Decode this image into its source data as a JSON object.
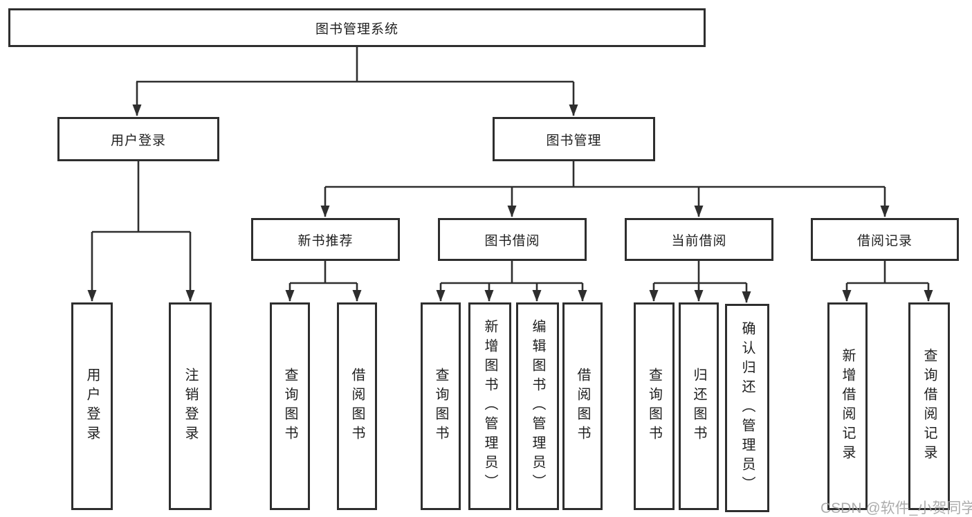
{
  "diagram": {
    "watermark": "CSDN @软件_小贺同学",
    "colors": {
      "line": "#2e2e2e",
      "text": "#1f1f1f",
      "background": "#ffffff",
      "watermark": "#9e9e9e"
    },
    "root": {
      "label": "图书管理系统",
      "children": [
        {
          "label": "用户登录",
          "children": [
            {
              "label": "用户登录"
            },
            {
              "label": "注销登录"
            }
          ]
        },
        {
          "label": "图书管理",
          "children": [
            {
              "label": "新书推荐",
              "children": [
                {
                  "label": "查询图书"
                },
                {
                  "label": "借阅图书"
                }
              ]
            },
            {
              "label": "图书借阅",
              "children": [
                {
                  "label": "查询图书"
                },
                {
                  "label": "新增图书（管理员）"
                },
                {
                  "label": "编辑图书（管理员）"
                },
                {
                  "label": "借阅图书"
                }
              ]
            },
            {
              "label": "当前借阅",
              "children": [
                {
                  "label": "查询图书"
                },
                {
                  "label": "归还图书"
                },
                {
                  "label": "确认归还（管理员）"
                }
              ]
            },
            {
              "label": "借阅记录",
              "children": [
                {
                  "label": "新增借阅记录"
                },
                {
                  "label": "查询借阅记录"
                }
              ]
            }
          ]
        }
      ]
    }
  }
}
